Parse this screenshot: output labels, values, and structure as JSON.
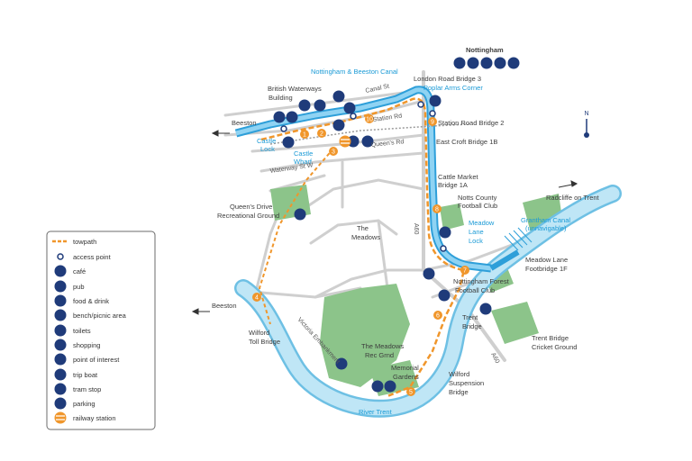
{
  "colors": {
    "water": "#9fd7ef",
    "water_edge": "#6ec0e4",
    "canal": "#2e9fd9",
    "park": "#8cc48a",
    "road": "#c9c9c9",
    "towpath": "#f0962b",
    "marker_orange": "#f0962b",
    "icon_navy": "#1f3b7a",
    "label_blue": "#1a9ad6"
  },
  "map_title": "Nottingham",
  "labels": {
    "nottingham_beeston_canal": "Nottingham & Beeston Canal",
    "canal_st": "Canal St",
    "london_road_bridge_3": "London Road Bridge 3",
    "poplar_arms_corner": "Poplar Arms Corner",
    "station_rd": "Station Rd",
    "station_road_bridge_2": "Station Road Bridge 2",
    "british_waterways_building_1": "British Waterways",
    "british_waterways_building_2": "Building",
    "beeston_top": "Beeston",
    "castle_lock_1": "Castle",
    "castle_lock_2": "Lock",
    "queens_rd": "Queen's Rd",
    "east_croft_bridge_1b": "East Croft Bridge 1B",
    "castle_wharf_1": "Castle",
    "castle_wharf_2": "Wharf",
    "waterway_st_w": "Waterway St W",
    "cattle_market_bridge_1": "Cattle Market",
    "cattle_market_bridge_2": "Bridge 1A",
    "notts_county_1": "Notts County",
    "notts_county_2": "Football Club",
    "radcliffe_on_trent": "Radcliffe on Trent",
    "queens_drive_1": "Queen's Drive",
    "queens_drive_2": "Recreational Ground",
    "the_meadows_1": "The",
    "the_meadows_2": "Meadows",
    "a60_upper": "A60",
    "meadow_lane_lock_1": "Meadow",
    "meadow_lane_lock_2": "Lane",
    "meadow_lane_lock_3": "Lock",
    "grantham_canal_1": "Grantham Canal",
    "grantham_canal_2": "(unnavigable)",
    "meadow_lane_footbridge_1": "Meadow Lane",
    "meadow_lane_footbridge_2": "Footbridge 1F",
    "nottingham_forest_1": "Nottingham Forest",
    "nottingham_forest_2": "Football Club",
    "beeston_left": "Beeston",
    "wilford_toll_1": "Wilford",
    "wilford_toll_2": "Toll Bridge",
    "victoria_embankment": "Victoria Embankment",
    "trent_bridge_1": "Trent",
    "trent_bridge_2": "Bridge",
    "trent_bridge_cricket_1": "Trent Bridge",
    "trent_bridge_cricket_2": "Cricket Ground",
    "a60_lower": "A60",
    "meadows_rec_1": "The Meadows",
    "meadows_rec_2": "Rec Grnd",
    "memorial_gardens_1": "Memorial",
    "memorial_gardens_2": "Gardens",
    "wilford_suspension_1": "Wilford",
    "wilford_suspension_2": "Suspension",
    "wilford_suspension_3": "Bridge",
    "river_trent": "River Trent"
  },
  "route_markers": [
    "1",
    "2",
    "3",
    "4",
    "5",
    "6",
    "7",
    "8",
    "9",
    "10"
  ],
  "legend": [
    {
      "icon": "towpath-dashes",
      "label": "towpath"
    },
    {
      "icon": "access-point-circle",
      "label": "access point"
    },
    {
      "icon": "cafe-cup-icon",
      "label": "café"
    },
    {
      "icon": "pub-glass-icon",
      "label": "pub"
    },
    {
      "icon": "food-drink-icon",
      "label": "food & drink"
    },
    {
      "icon": "bench-icon",
      "label": "bench/picnic area"
    },
    {
      "icon": "toilets-icon",
      "label": "toilets"
    },
    {
      "icon": "shopping-bag-icon",
      "label": "shopping"
    },
    {
      "icon": "star-icon",
      "label": "point of interest"
    },
    {
      "icon": "trip-boat-icon",
      "label": "trip boat"
    },
    {
      "icon": "tram-icon",
      "label": "tram stop"
    },
    {
      "icon": "car-icon",
      "label": "parking"
    },
    {
      "icon": "rail-icon",
      "label": "railway station"
    }
  ]
}
